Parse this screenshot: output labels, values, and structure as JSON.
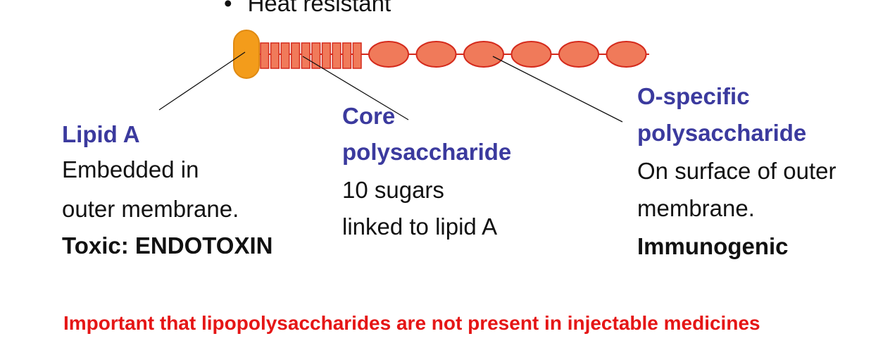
{
  "bullet": {
    "glyph": "•",
    "text": "Heat resistant"
  },
  "lipid_a": {
    "title": "Lipid A",
    "line1": "Embedded in",
    "line2": "outer membrane.",
    "bold": "Toxic: ENDOTOXIN"
  },
  "core": {
    "title1": "Core",
    "title2": "polysaccharide",
    "line1": "10 sugars",
    "line2": "linked to lipid A"
  },
  "o_specific": {
    "title1": "O-specific",
    "title2": "polysaccharide",
    "line1": "On surface of outer",
    "line2": "membrane.",
    "bold": "Immunogenic"
  },
  "important_note": "Important that lipopolysaccharides are not present in injectable medicines",
  "colors": {
    "lipid": "#f39c1b",
    "lipid_stroke": "#e08a12",
    "core_fill": "#f07a5a",
    "core_stroke": "#d42a1c",
    "sugar_fill": "#f07a5a",
    "sugar_stroke": "#d42a1c",
    "heading": "#3b3a9e",
    "important": "#e51616"
  },
  "structure": {
    "core_units": 10,
    "o_sugar_units": 6
  }
}
